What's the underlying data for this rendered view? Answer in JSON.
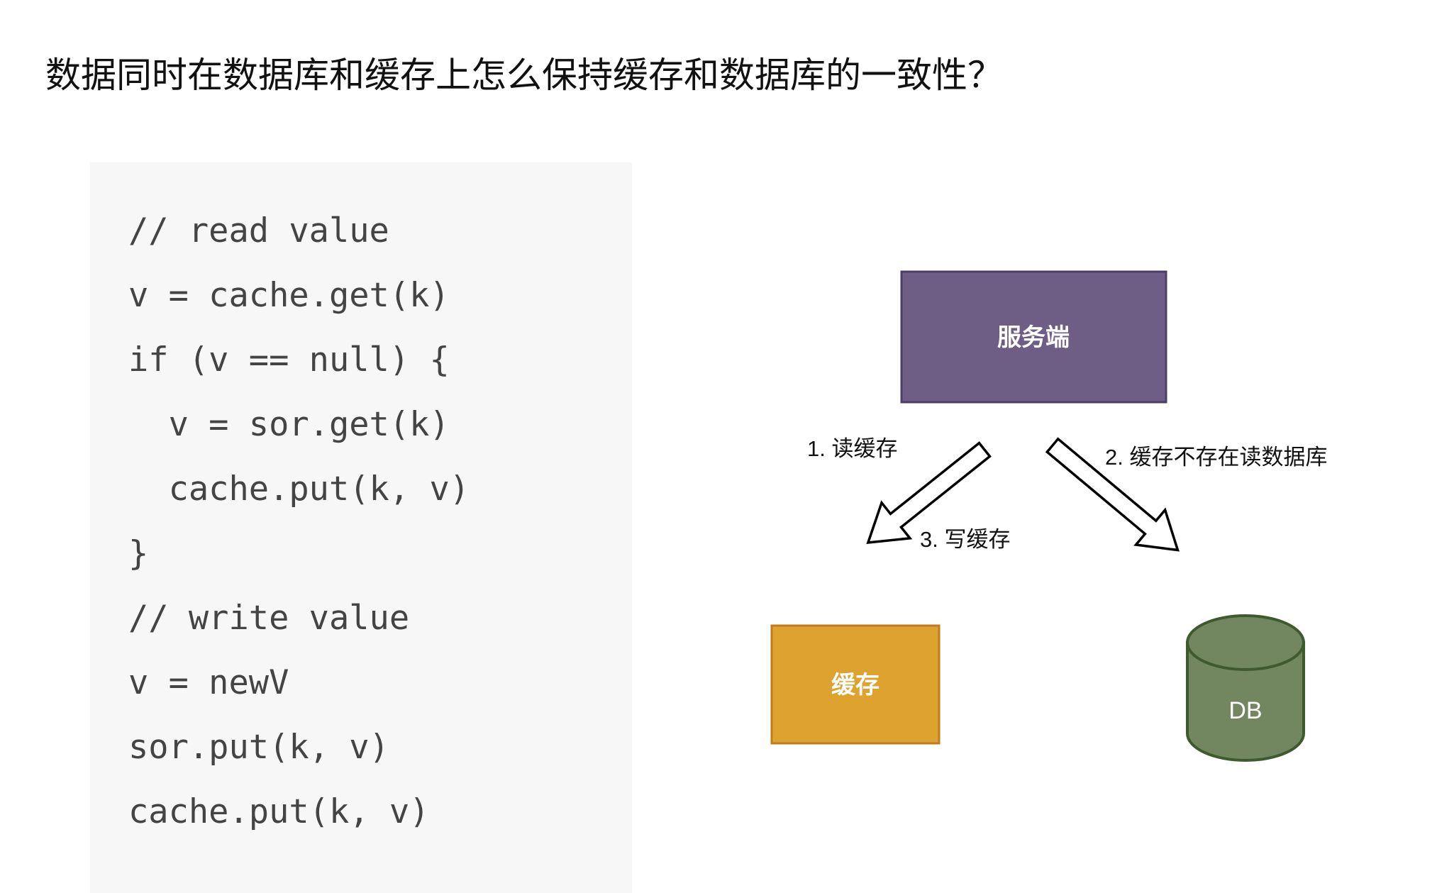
{
  "title": "数据同时在数据库和缓存上怎么保持缓存和数据库的一致性？",
  "code": {
    "lines": [
      "// read value",
      "v = cache.get(k)",
      "if (v == null) {",
      "  v = sor.get(k)",
      "  cache.put(k, v)",
      "}",
      "// write value",
      "v = newV",
      "sor.put(k, v)",
      "cache.put(k, v)"
    ]
  },
  "diagram": {
    "server_label": "服务端",
    "cache_label": "缓存",
    "db_label": "DB",
    "step1": "1. 读缓存",
    "step2": "2. 缓存不存在读数据库",
    "step3": "3. 写缓存",
    "colors": {
      "server": "#6e5e86",
      "cache": "#dea32e",
      "db": "#728660"
    }
  }
}
